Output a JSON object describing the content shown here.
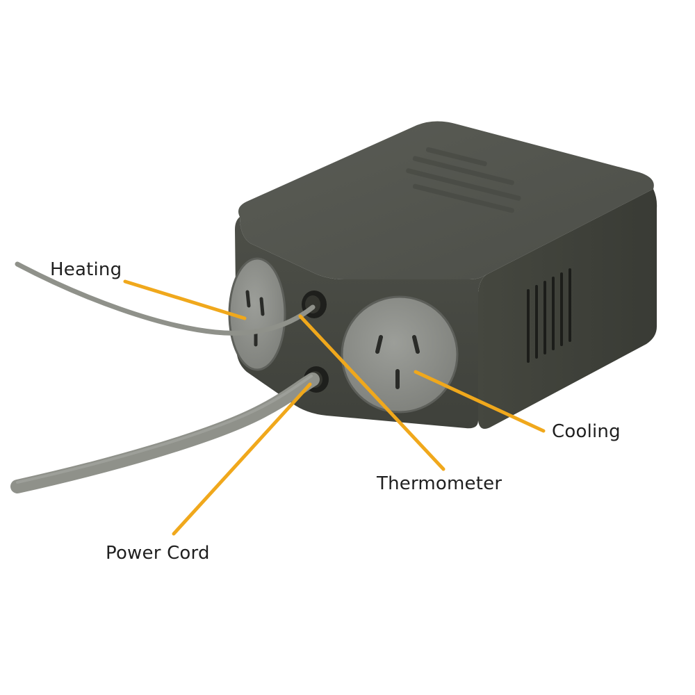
{
  "labels": {
    "heating": "Heating",
    "thermometer": "Thermometer",
    "cooling": "Cooling",
    "power_cord": "Power Cord"
  },
  "colors": {
    "callout_line": "#f0a81c",
    "housing_top": "#54564f",
    "housing_front": "#47493f",
    "housing_side": "#3e403a",
    "socket_face": "#8a8c88",
    "cable": "#8f918a",
    "label_text": "#1f1f1f",
    "background": "#ffffff"
  }
}
